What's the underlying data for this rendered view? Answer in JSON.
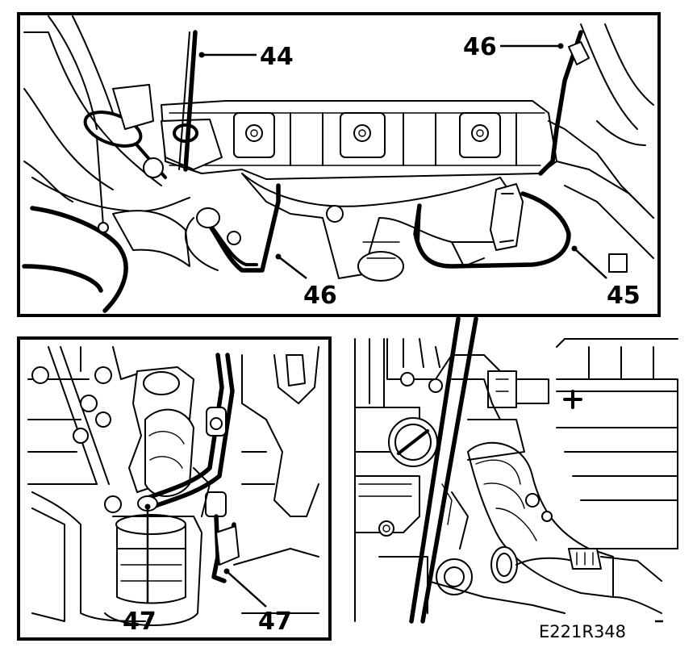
{
  "diagram": {
    "reference_code": "E221R348",
    "callouts": {
      "top_panel": [
        {
          "id": "44",
          "label": "44"
        },
        {
          "id": "46a",
          "label": "46"
        },
        {
          "id": "46b",
          "label": "46"
        },
        {
          "id": "45",
          "label": "45"
        }
      ],
      "bottom_left_panel": [
        {
          "id": "47a",
          "label": "47"
        },
        {
          "id": "47b",
          "label": "47"
        }
      ]
    }
  }
}
